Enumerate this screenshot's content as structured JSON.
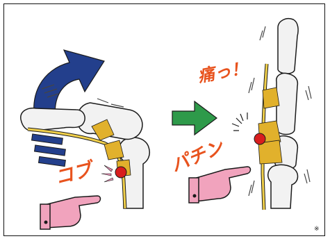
{
  "labels": {
    "bump": "コブ",
    "snap": "パチン",
    "pain": "痛っ！",
    "footnote": "※"
  },
  "colors": {
    "bone_fill": "#f2f2f2",
    "outline": "#1a1a1a",
    "ligament": "#e1b12c",
    "tendon": "#f1d04b",
    "nodule": "#d81e1e",
    "curved_arrow": "#233f8c",
    "transition_arrow": "#2e9a4a",
    "hand": "#f1a3bd",
    "label_text": "#e8531e",
    "pink_accent": "#e790b4"
  },
  "icons": [
    "pointing-hand-icon",
    "curved-arrow-icon",
    "right-arrow-icon",
    "burst-icon"
  ]
}
